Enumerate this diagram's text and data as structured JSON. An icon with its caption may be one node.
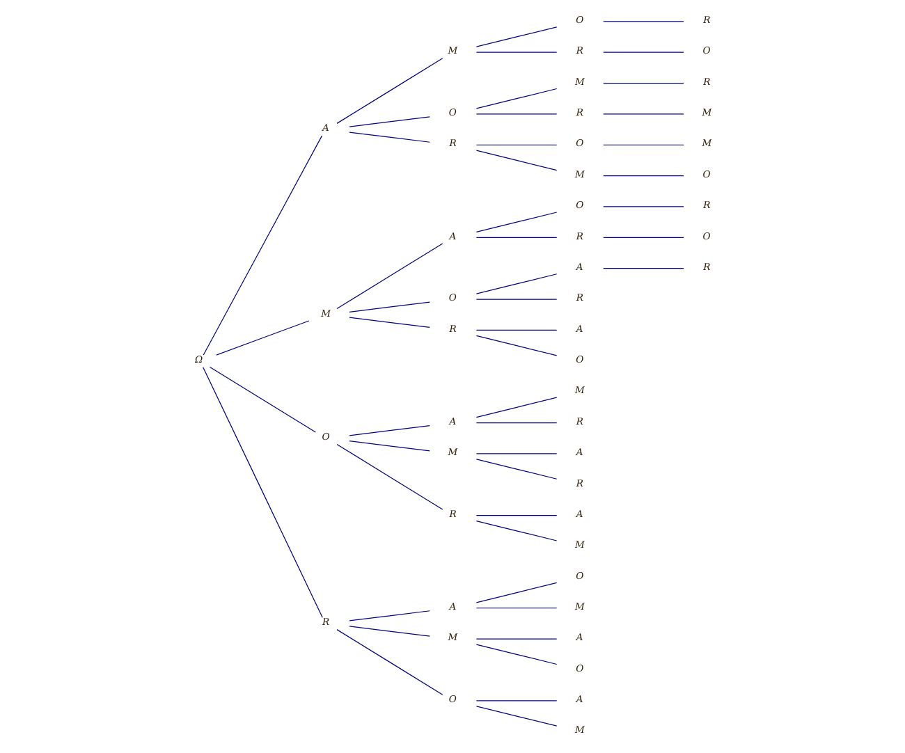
{
  "diagram": {
    "nodes": [
      {
        "text": [
          "Ω"
        ]
      },
      {
        "text": [
          "A"
        ]
      },
      {
        "text": [
          "M"
        ]
      },
      {
        "text": [
          "O"
        ]
      },
      {
        "text": [
          "R"
        ]
      },
      {
        "text": [
          "R"
        ]
      },
      {
        "text": [
          "O"
        ]
      },
      {
        "text": [
          "O"
        ]
      },
      {
        "text": [
          "M"
        ]
      },
      {
        "text": [
          "R"
        ]
      },
      {
        "text": [
          "R"
        ]
      },
      {
        "text": [
          "M"
        ]
      },
      {
        "text": [
          "R"
        ]
      },
      {
        "text": [
          "O"
        ]
      },
      {
        "text": [
          "M"
        ]
      },
      {
        "text": [
          "M"
        ]
      },
      {
        "text": [
          "O"
        ]
      },
      {
        "text": [
          "M"
        ]
      },
      {
        "text": [
          "A"
        ]
      },
      {
        "text": [
          "O"
        ]
      },
      {
        "text": [
          "R"
        ]
      },
      {
        "text": [
          "R"
        ]
      },
      {
        "text": [
          "O"
        ]
      },
      {
        "text": [
          "O"
        ]
      },
      {
        "text": [
          "A"
        ]
      },
      {
        "text": [
          "R"
        ]
      },
      {
        "text": [
          "R"
        ]
      },
      {
        "text": [
          "R"
        ]
      },
      {
        "text": [
          "A"
        ]
      },
      {
        "text": [
          "O"
        ]
      },
      {
        "text": [
          "O"
        ]
      },
      {
        "text": [
          "A"
        ]
      },
      {
        "text": [
          "M"
        ]
      },
      {
        "text": [
          "R"
        ]
      },
      {
        "text": [
          "M"
        ]
      },
      {
        "text": [
          "A"
        ]
      },
      {
        "text": [
          "R"
        ]
      },
      {
        "text": [
          "R"
        ]
      },
      {
        "text": [
          "A"
        ]
      },
      {
        "text": [
          "M"
        ]
      },
      {
        "text": [
          "R"
        ]
      },
      {
        "text": [
          "A"
        ]
      },
      {
        "text": [
          "O"
        ]
      },
      {
        "text": [
          "M"
        ]
      },
      {
        "text": [
          "M"
        ]
      },
      {
        "text": [
          "A"
        ]
      },
      {
        "text": [
          "O"
        ]
      },
      {
        "text": [
          "O"
        ]
      },
      {
        "text": [
          "A"
        ]
      },
      {
        "text": [
          "M"
        ]
      }
    ],
    "edges": [
      {
        "from": 0,
        "to": 1,
        "arrow": "none"
      },
      {
        "from": 1,
        "to": 2,
        "arrow": "none"
      },
      {
        "from": 2,
        "to": 3,
        "arrow": "none"
      },
      {
        "from": 3,
        "to": 4,
        "arrow": "none"
      },
      {
        "from": 2,
        "to": 5,
        "arrow": "none"
      },
      {
        "from": 5,
        "to": 6,
        "arrow": "none"
      },
      {
        "from": 1,
        "to": 7,
        "arrow": "none"
      },
      {
        "from": 7,
        "to": 8,
        "arrow": "none"
      },
      {
        "from": 8,
        "to": 9,
        "arrow": "none"
      },
      {
        "from": 7,
        "to": 10,
        "arrow": "none"
      },
      {
        "from": 10,
        "to": 11,
        "arrow": "none"
      },
      {
        "from": 1,
        "to": 12,
        "arrow": "none"
      },
      {
        "from": 12,
        "to": 13,
        "arrow": "none"
      },
      {
        "from": 13,
        "to": 14,
        "arrow": "none"
      },
      {
        "from": 12,
        "to": 15,
        "arrow": "none"
      },
      {
        "from": 15,
        "to": 16,
        "arrow": "none"
      },
      {
        "from": 0,
        "to": 17,
        "arrow": "none"
      },
      {
        "from": 17,
        "to": 18,
        "arrow": "none"
      },
      {
        "from": 18,
        "to": 19,
        "arrow": "none"
      },
      {
        "from": 19,
        "to": 20,
        "arrow": "none"
      },
      {
        "from": 18,
        "to": 21,
        "arrow": "none"
      },
      {
        "from": 21,
        "to": 22,
        "arrow": "none"
      },
      {
        "from": 17,
        "to": 23,
        "arrow": "none"
      },
      {
        "from": 23,
        "to": 24,
        "arrow": "none"
      },
      {
        "from": 24,
        "to": 25,
        "arrow": "none"
      },
      {
        "from": 23,
        "to": 26,
        "arrow": "none"
      },
      {
        "from": 17,
        "to": 27,
        "arrow": "none"
      },
      {
        "from": 27,
        "to": 28,
        "arrow": "none"
      },
      {
        "from": 27,
        "to": 29,
        "arrow": "none"
      },
      {
        "from": 0,
        "to": 30,
        "arrow": "none"
      },
      {
        "from": 30,
        "to": 31,
        "arrow": "none"
      },
      {
        "from": 31,
        "to": 32,
        "arrow": "none"
      },
      {
        "from": 31,
        "to": 33,
        "arrow": "none"
      },
      {
        "from": 30,
        "to": 34,
        "arrow": "none"
      },
      {
        "from": 34,
        "to": 35,
        "arrow": "none"
      },
      {
        "from": 34,
        "to": 36,
        "arrow": "none"
      },
      {
        "from": 30,
        "to": 37,
        "arrow": "none"
      },
      {
        "from": 37,
        "to": 38,
        "arrow": "none"
      },
      {
        "from": 37,
        "to": 39,
        "arrow": "none"
      },
      {
        "from": 0,
        "to": 40,
        "arrow": "none"
      },
      {
        "from": 40,
        "to": 41,
        "arrow": "none"
      },
      {
        "from": 41,
        "to": 42,
        "arrow": "none"
      },
      {
        "from": 41,
        "to": 43,
        "arrow": "none"
      },
      {
        "from": 40,
        "to": 44,
        "arrow": "none"
      },
      {
        "from": 44,
        "to": 45,
        "arrow": "none"
      },
      {
        "from": 44,
        "to": 46,
        "arrow": "none"
      },
      {
        "from": 40,
        "to": 47,
        "arrow": "none"
      },
      {
        "from": 47,
        "to": 48,
        "arrow": "none"
      },
      {
        "from": 47,
        "to": 49,
        "arrow": "none"
      }
    ]
  }
}
